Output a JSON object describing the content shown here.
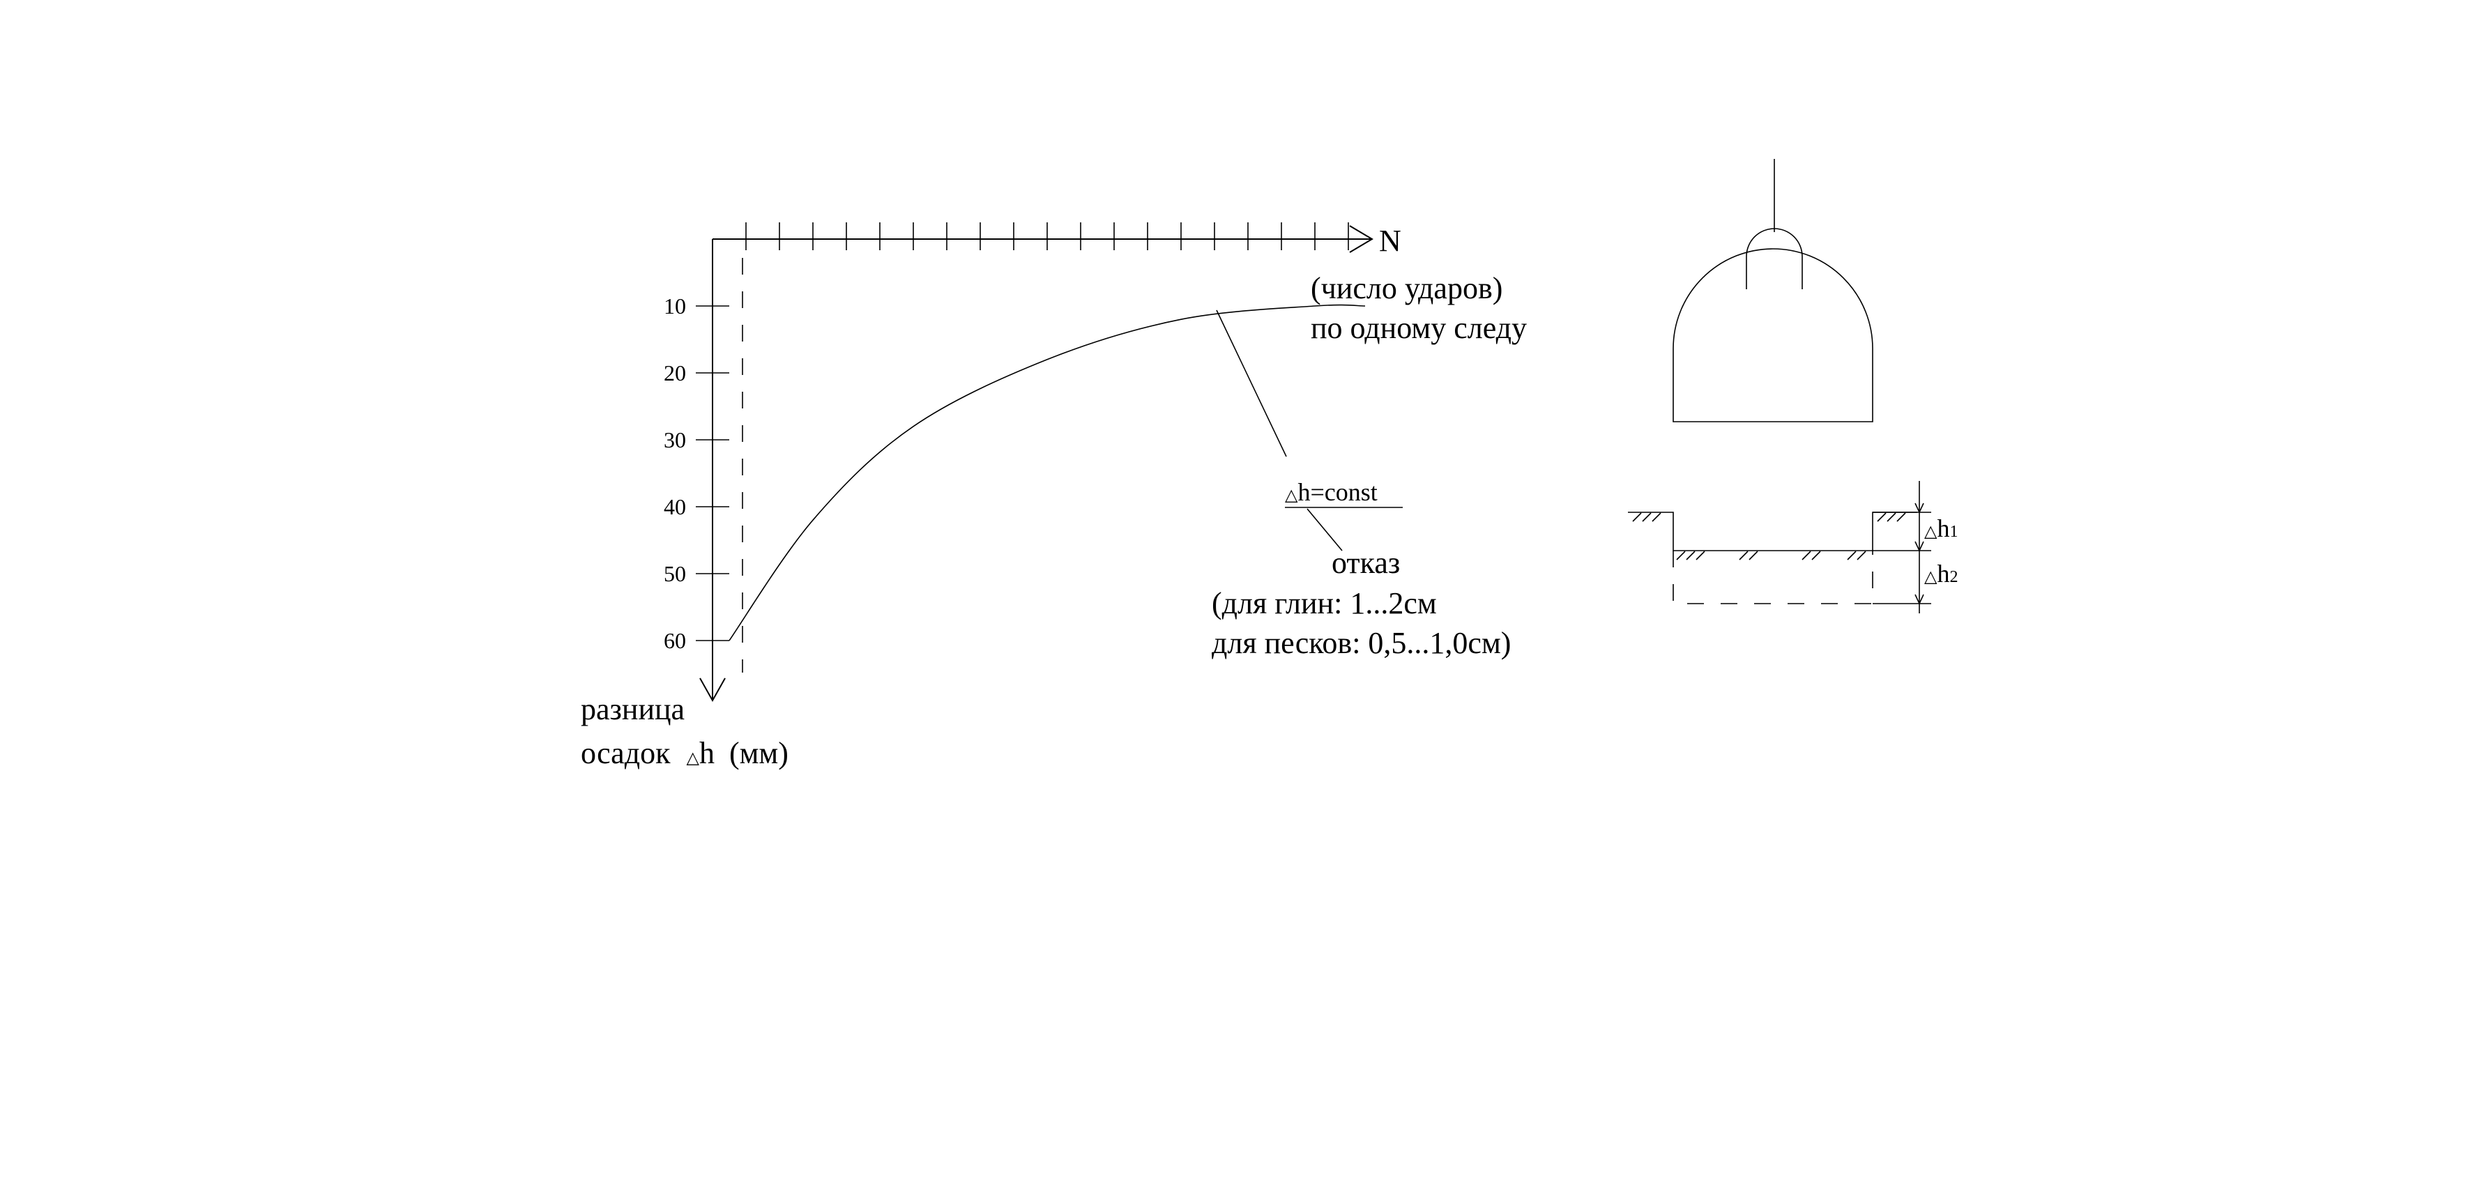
{
  "chart_data": {
    "type": "line",
    "x_axis": {
      "label": "N",
      "caption_lines": [
        "(число ударов)",
        "по одному следу"
      ]
    },
    "y_axis": {
      "tick_labels": [
        "10",
        "20",
        "30",
        "40",
        "50",
        "60"
      ],
      "caption_lines": [
        "разница",
        "осадок"
      ],
      "caption_symbol": "△",
      "caption_var": "h",
      "caption_unit": "(мм)"
    },
    "series": [
      {
        "points": [
          [
            0.5,
            60
          ],
          [
            3,
            42
          ],
          [
            6,
            28
          ],
          [
            10,
            18
          ],
          [
            14,
            12
          ],
          [
            18,
            10
          ],
          [
            19.5,
            10
          ]
        ]
      }
    ],
    "annotations": {
      "const_symbol": "△",
      "const_text": "h=const",
      "refusal_title": "отказ",
      "refusal_lines": [
        "(для глин: 1...2см",
        "для песков: 0,5...1,0см)"
      ]
    }
  },
  "detail": {
    "symbol": "△",
    "h1_label": "h",
    "h1_sub": "1",
    "h2_label": "h",
    "h2_sub": "2"
  }
}
